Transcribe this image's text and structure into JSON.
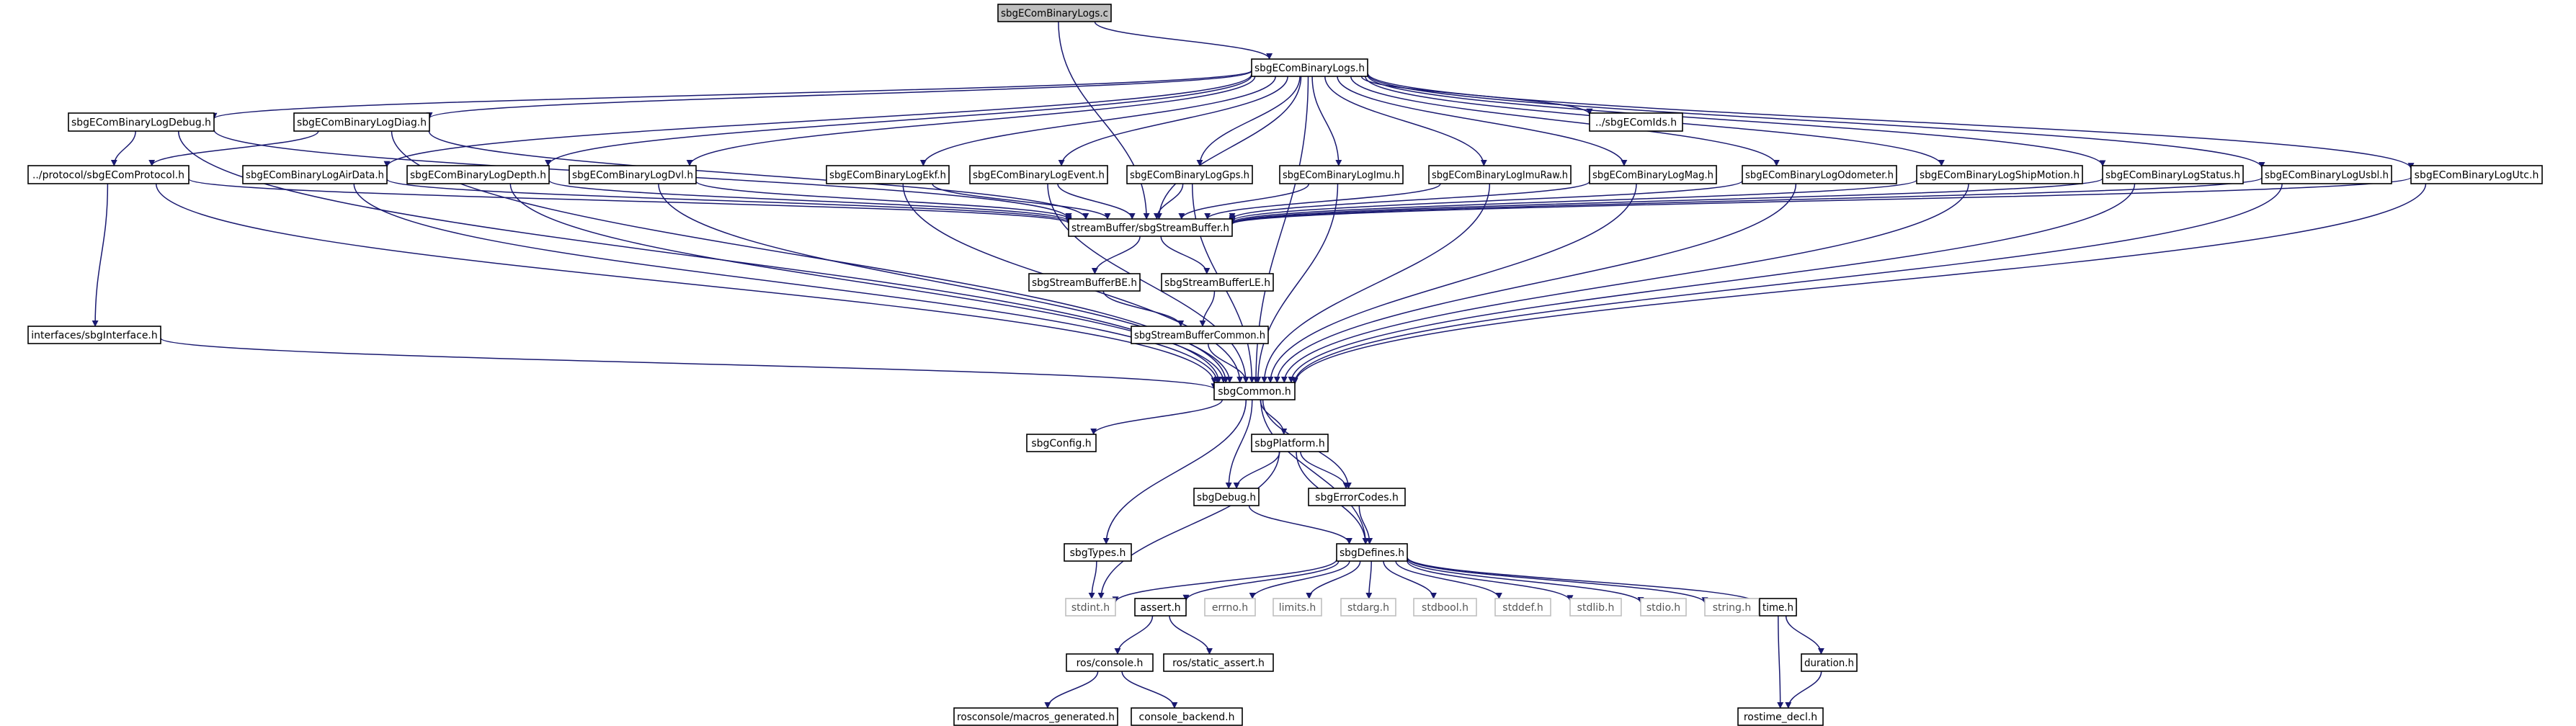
{
  "colors": {
    "edge": "#191970",
    "node_border": "#000000",
    "node_text": "#000000",
    "root_fill": "#bfbfbf",
    "system_border": "#bfbfbf",
    "system_text": "#555555"
  },
  "nodes": [
    {
      "id": "root",
      "label": "sbgEComBinaryLogs.c",
      "kind": "root"
    },
    {
      "id": "logs_h",
      "label": "sbgEComBinaryLogs.h",
      "kind": "file"
    },
    {
      "id": "debug",
      "label": "sbgEComBinaryLogDebug.h",
      "kind": "file"
    },
    {
      "id": "diag",
      "label": "sbgEComBinaryLogDiag.h",
      "kind": "file"
    },
    {
      "id": "ids",
      "label": "../sbgEComIds.h",
      "kind": "file"
    },
    {
      "id": "protocol",
      "label": "../protocol/sbgEComProtocol.h",
      "kind": "file"
    },
    {
      "id": "airdata",
      "label": "sbgEComBinaryLogAirData.h",
      "kind": "file"
    },
    {
      "id": "depth",
      "label": "sbgEComBinaryLogDepth.h",
      "kind": "file"
    },
    {
      "id": "dvl",
      "label": "sbgEComBinaryLogDvl.h",
      "kind": "file"
    },
    {
      "id": "ekf",
      "label": "sbgEComBinaryLogEkf.h",
      "kind": "file"
    },
    {
      "id": "event",
      "label": "sbgEComBinaryLogEvent.h",
      "kind": "file"
    },
    {
      "id": "gps",
      "label": "sbgEComBinaryLogGps.h",
      "kind": "file"
    },
    {
      "id": "imu",
      "label": "sbgEComBinaryLogImu.h",
      "kind": "file"
    },
    {
      "id": "imuraw",
      "label": "sbgEComBinaryLogImuRaw.h",
      "kind": "file"
    },
    {
      "id": "mag",
      "label": "sbgEComBinaryLogMag.h",
      "kind": "file"
    },
    {
      "id": "odometer",
      "label": "sbgEComBinaryLogOdometer.h",
      "kind": "file"
    },
    {
      "id": "shipmotion",
      "label": "sbgEComBinaryLogShipMotion.h",
      "kind": "file"
    },
    {
      "id": "status",
      "label": "sbgEComBinaryLogStatus.h",
      "kind": "file"
    },
    {
      "id": "usbl",
      "label": "sbgEComBinaryLogUsbl.h",
      "kind": "file"
    },
    {
      "id": "utc",
      "label": "sbgEComBinaryLogUtc.h",
      "kind": "file"
    },
    {
      "id": "streambuffer",
      "label": "streamBuffer/sbgStreamBuffer.h",
      "kind": "file"
    },
    {
      "id": "sb_be",
      "label": "sbgStreamBufferBE.h",
      "kind": "file"
    },
    {
      "id": "sb_le",
      "label": "sbgStreamBufferLE.h",
      "kind": "file"
    },
    {
      "id": "sb_common",
      "label": "sbgStreamBufferCommon.h",
      "kind": "file"
    },
    {
      "id": "interface",
      "label": "interfaces/sbgInterface.h",
      "kind": "file"
    },
    {
      "id": "common",
      "label": "sbgCommon.h",
      "kind": "file"
    },
    {
      "id": "config",
      "label": "sbgConfig.h",
      "kind": "file"
    },
    {
      "id": "platform",
      "label": "sbgPlatform.h",
      "kind": "file"
    },
    {
      "id": "debug_h",
      "label": "sbgDebug.h",
      "kind": "file"
    },
    {
      "id": "errorcodes",
      "label": "sbgErrorCodes.h",
      "kind": "file"
    },
    {
      "id": "types",
      "label": "sbgTypes.h",
      "kind": "file"
    },
    {
      "id": "defines",
      "label": "sbgDefines.h",
      "kind": "file"
    },
    {
      "id": "stdint",
      "label": "stdint.h",
      "kind": "system"
    },
    {
      "id": "assert",
      "label": "assert.h",
      "kind": "file"
    },
    {
      "id": "errno",
      "label": "errno.h",
      "kind": "system"
    },
    {
      "id": "limits",
      "label": "limits.h",
      "kind": "system"
    },
    {
      "id": "stdarg",
      "label": "stdarg.h",
      "kind": "system"
    },
    {
      "id": "stdbool",
      "label": "stdbool.h",
      "kind": "system"
    },
    {
      "id": "stddef",
      "label": "stddef.h",
      "kind": "system"
    },
    {
      "id": "stdlib",
      "label": "stdlib.h",
      "kind": "system"
    },
    {
      "id": "stdio",
      "label": "stdio.h",
      "kind": "system"
    },
    {
      "id": "string",
      "label": "string.h",
      "kind": "system"
    },
    {
      "id": "time",
      "label": "time.h",
      "kind": "file"
    },
    {
      "id": "rosconsole",
      "label": "ros/console.h",
      "kind": "file"
    },
    {
      "id": "static_assert",
      "label": "ros/static_assert.h",
      "kind": "file"
    },
    {
      "id": "duration",
      "label": "duration.h",
      "kind": "file"
    },
    {
      "id": "macros",
      "label": "rosconsole/macros_generated.h",
      "kind": "file"
    },
    {
      "id": "backend",
      "label": "console_backend.h",
      "kind": "file"
    },
    {
      "id": "rostime",
      "label": "rostime_decl.h",
      "kind": "file"
    }
  ],
  "edges": [
    [
      "root",
      "logs_h"
    ],
    [
      "root",
      "streambuffer"
    ],
    [
      "logs_h",
      "debug"
    ],
    [
      "logs_h",
      "diag"
    ],
    [
      "logs_h",
      "ids"
    ],
    [
      "logs_h",
      "airdata"
    ],
    [
      "logs_h",
      "depth"
    ],
    [
      "logs_h",
      "dvl"
    ],
    [
      "logs_h",
      "ekf"
    ],
    [
      "logs_h",
      "event"
    ],
    [
      "logs_h",
      "gps"
    ],
    [
      "logs_h",
      "imu"
    ],
    [
      "logs_h",
      "imuraw"
    ],
    [
      "logs_h",
      "mag"
    ],
    [
      "logs_h",
      "odometer"
    ],
    [
      "logs_h",
      "shipmotion"
    ],
    [
      "logs_h",
      "status"
    ],
    [
      "logs_h",
      "usbl"
    ],
    [
      "logs_h",
      "utc"
    ],
    [
      "logs_h",
      "streambuffer"
    ],
    [
      "logs_h",
      "common"
    ],
    [
      "debug",
      "protocol"
    ],
    [
      "debug",
      "streambuffer"
    ],
    [
      "debug",
      "common"
    ],
    [
      "diag",
      "protocol"
    ],
    [
      "diag",
      "streambuffer"
    ],
    [
      "diag",
      "common"
    ],
    [
      "protocol",
      "streambuffer"
    ],
    [
      "protocol",
      "interface"
    ],
    [
      "protocol",
      "common"
    ],
    [
      "airdata",
      "streambuffer"
    ],
    [
      "airdata",
      "common"
    ],
    [
      "depth",
      "streambuffer"
    ],
    [
      "depth",
      "common"
    ],
    [
      "dvl",
      "streambuffer"
    ],
    [
      "dvl",
      "common"
    ],
    [
      "ekf",
      "streambuffer"
    ],
    [
      "ekf",
      "common"
    ],
    [
      "event",
      "streambuffer"
    ],
    [
      "event",
      "common"
    ],
    [
      "gps",
      "streambuffer"
    ],
    [
      "gps",
      "common"
    ],
    [
      "imu",
      "streambuffer"
    ],
    [
      "imu",
      "common"
    ],
    [
      "imuraw",
      "streambuffer"
    ],
    [
      "imuraw",
      "common"
    ],
    [
      "mag",
      "streambuffer"
    ],
    [
      "mag",
      "common"
    ],
    [
      "odometer",
      "streambuffer"
    ],
    [
      "odometer",
      "common"
    ],
    [
      "shipmotion",
      "streambuffer"
    ],
    [
      "shipmotion",
      "common"
    ],
    [
      "status",
      "streambuffer"
    ],
    [
      "status",
      "common"
    ],
    [
      "usbl",
      "streambuffer"
    ],
    [
      "usbl",
      "common"
    ],
    [
      "utc",
      "streambuffer"
    ],
    [
      "utc",
      "common"
    ],
    [
      "streambuffer",
      "sb_be"
    ],
    [
      "streambuffer",
      "sb_le"
    ],
    [
      "sb_be",
      "sb_common"
    ],
    [
      "sb_le",
      "sb_common"
    ],
    [
      "sb_common",
      "common"
    ],
    [
      "interface",
      "common"
    ],
    [
      "common",
      "config"
    ],
    [
      "common",
      "platform"
    ],
    [
      "common",
      "debug_h"
    ],
    [
      "common",
      "errorcodes"
    ],
    [
      "common",
      "types"
    ],
    [
      "common",
      "defines"
    ],
    [
      "platform",
      "debug_h"
    ],
    [
      "platform",
      "errorcodes"
    ],
    [
      "platform",
      "defines"
    ],
    [
      "platform",
      "stdint"
    ],
    [
      "debug_h",
      "defines"
    ],
    [
      "errorcodes",
      "defines"
    ],
    [
      "types",
      "stdint"
    ],
    [
      "defines",
      "stdint"
    ],
    [
      "defines",
      "assert"
    ],
    [
      "defines",
      "errno"
    ],
    [
      "defines",
      "limits"
    ],
    [
      "defines",
      "stdarg"
    ],
    [
      "defines",
      "stdbool"
    ],
    [
      "defines",
      "stddef"
    ],
    [
      "defines",
      "stdlib"
    ],
    [
      "defines",
      "stdio"
    ],
    [
      "defines",
      "string"
    ],
    [
      "defines",
      "time"
    ],
    [
      "assert",
      "rosconsole"
    ],
    [
      "assert",
      "static_assert"
    ],
    [
      "rosconsole",
      "macros"
    ],
    [
      "rosconsole",
      "backend"
    ],
    [
      "time",
      "duration"
    ],
    [
      "time",
      "rostime"
    ],
    [
      "duration",
      "rostime"
    ]
  ]
}
